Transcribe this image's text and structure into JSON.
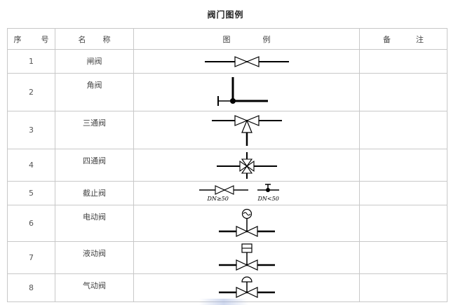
{
  "title": "阀门图例",
  "headers": {
    "no_a": "序",
    "no_b": "号",
    "name_a": "名",
    "name_b": "称",
    "sym_a": "图",
    "sym_b": "例",
    "note_a": "备",
    "note_b": "注"
  },
  "rows": [
    {
      "no": "1",
      "name": "闸阀"
    },
    {
      "no": "2",
      "name": "角阀"
    },
    {
      "no": "3",
      "name": "三通阀"
    },
    {
      "no": "4",
      "name": "四通阀"
    },
    {
      "no": "5",
      "name": "截止阀",
      "label_left": "DN≥50",
      "label_right": "DN<50"
    },
    {
      "no": "6",
      "name": "电动阀"
    },
    {
      "no": "7",
      "name": "液动阀"
    },
    {
      "no": "8",
      "name": "气动阀"
    }
  ]
}
